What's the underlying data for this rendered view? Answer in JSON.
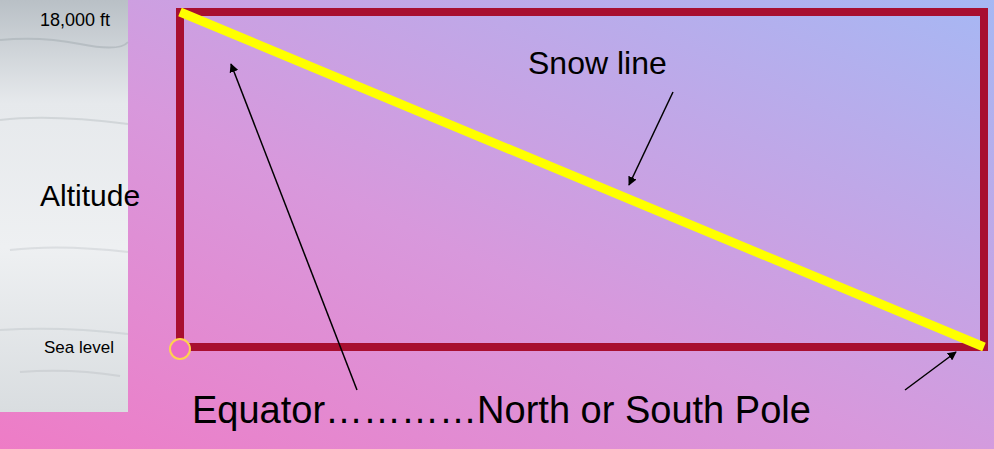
{
  "diagram": {
    "labels": [
      "18,000 ft",
      "Altitude",
      "Sea level",
      "Snow line",
      "Equator…………North or South Pole"
    ]
  }
}
